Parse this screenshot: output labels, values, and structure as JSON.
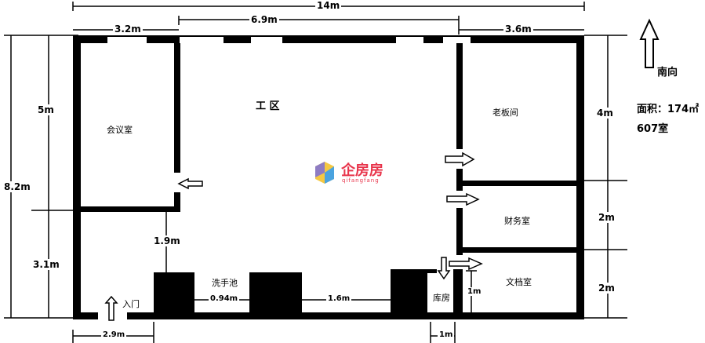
{
  "rooms": {
    "work_area": "工 区",
    "meeting": "会议室",
    "boss": "老板间",
    "finance": "财务室",
    "archive": "文档室",
    "storage": "库房",
    "sink": "洗手池",
    "entrance": "入门"
  },
  "dimensions": {
    "total_width": "14m",
    "left_top": "3.2m",
    "middle_top": "6.9m",
    "right_top": "3.6m",
    "total_height": "8.2m",
    "left_upper": "5m",
    "left_lower": "3.1m",
    "right_upper": "4m",
    "right_mid": "2m",
    "right_lower": "2m",
    "meeting_gap": "1.9m",
    "gap_a": "0.94m",
    "gap_b": "1.6m",
    "bottom_left": "2.9m",
    "storage_width": "1m",
    "archive_depth": "1m"
  },
  "info": {
    "orientation": "南向",
    "area": "面积：174㎡",
    "unit": "607室"
  },
  "logo": {
    "name": "企房房",
    "sub": "qifangfang",
    "color": "#e8334a"
  }
}
